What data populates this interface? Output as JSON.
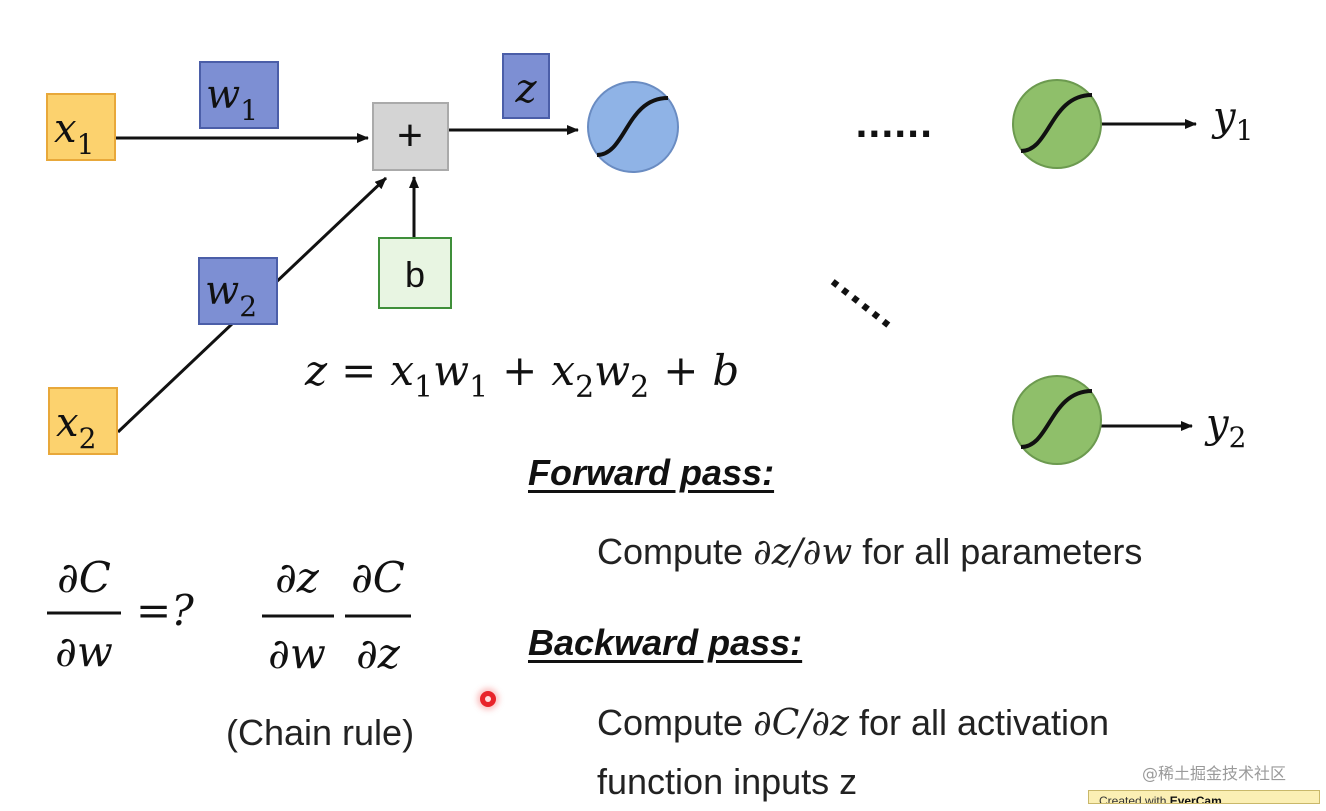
{
  "inputs": {
    "x1": {
      "base": "x",
      "sub": "1"
    },
    "x2": {
      "base": "x",
      "sub": "2"
    }
  },
  "weights": {
    "w1": {
      "base": "w",
      "sub": "1"
    },
    "w2": {
      "base": "w",
      "sub": "2"
    }
  },
  "sum_node": {
    "symbol": "+"
  },
  "bias": {
    "label": "b"
  },
  "z_label": "z",
  "ellipsis_top": "......",
  "ellipsis_diag": "......",
  "outputs": {
    "y1": {
      "base": "y",
      "sub": "1"
    },
    "y2": {
      "base": "y",
      "sub": "2"
    }
  },
  "equation": {
    "z": "z",
    "eq": "=",
    "t1": {
      "x": "x",
      "xs": "1",
      "w": "w",
      "ws": "1"
    },
    "plus1": "+",
    "t2": {
      "x": "x",
      "xs": "2",
      "w": "w",
      "ws": "2"
    },
    "plus2": "+",
    "b": "b"
  },
  "derivative": {
    "lhs_num": "∂C",
    "lhs_den": "∂w",
    "question": "=?",
    "f1_num": "∂z",
    "f1_den": "∂w",
    "f2_num": "∂C",
    "f2_den": "∂z",
    "chain_rule": "(Chain rule)"
  },
  "forward_pass": {
    "heading": "Forward pass:",
    "pre": "Compute ",
    "math": "∂z/∂w",
    "post": " for all parameters"
  },
  "backward_pass": {
    "heading": "Backward pass:",
    "pre": "Compute ",
    "math": "∂C/∂z",
    "post": " for all activation",
    "line2": "function inputs z"
  },
  "watermark": "@稀土掘金技术社区",
  "badge": {
    "pre": "Created with ",
    "brand": "EverCam"
  },
  "colors": {
    "input_fill": "#fcd26e",
    "input_stroke": "#e8a83a",
    "weight_fill": "#7d8fd3",
    "weight_stroke": "#4b5ea8",
    "sum_fill": "#d4d4d4",
    "sum_stroke": "#aaaaaa",
    "bias_fill": "#e8f5e2",
    "bias_stroke": "#3f8f3a",
    "blue_neuron": "#8fb3e6",
    "green_neuron": "#8fbf6a"
  }
}
